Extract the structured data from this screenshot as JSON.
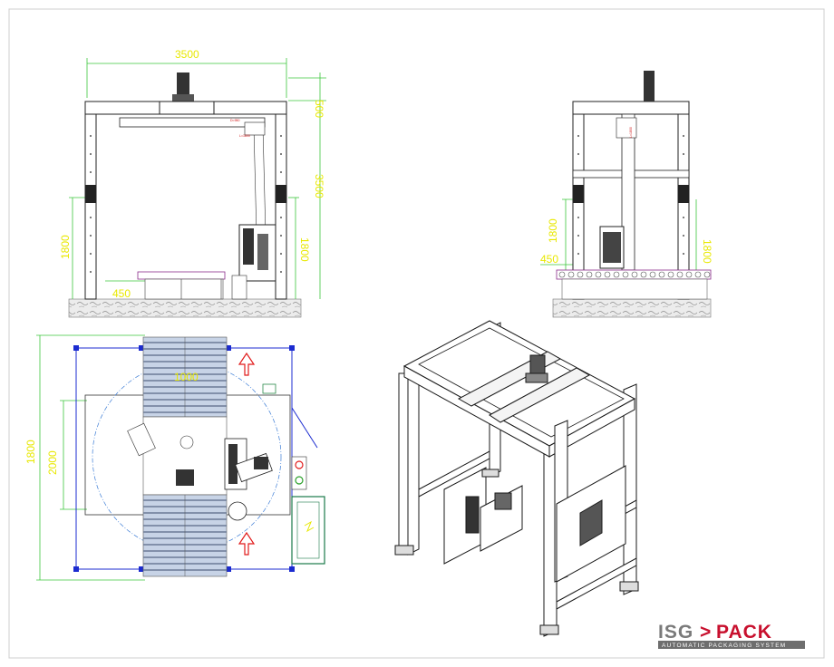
{
  "drawing": {
    "border_color": "#cfcfcf",
    "dimension_color": "#e8e800",
    "dimension_line_color": "#3cc63c",
    "plan_line_color": "#1b2bd0",
    "arrow_color": "#e11b1b"
  },
  "front_view": {
    "width_dim": "3500",
    "top_dim": "500",
    "height_dim": "3500",
    "pallet_height_dim": "1800",
    "pallet_height_dim_right": "1800",
    "conveyor_height_dim": "450",
    "tag_a": "D=950",
    "tag_b": "L=1800",
    "tag_c": "H=1500"
  },
  "side_view": {
    "pallet_height_dim": "1800",
    "pallet_height_dim_right": "1800",
    "conveyor_height_dim": "450",
    "tag_a": "L=1800"
  },
  "plan_view": {
    "width_dim": "2000",
    "partial_dim": "1800",
    "center_dim": "1000"
  },
  "logo": {
    "left": "ISG",
    "mid": ">",
    "right": "PACK",
    "subtitle": "AUTOMATIC PACKAGING SYSTEM"
  }
}
